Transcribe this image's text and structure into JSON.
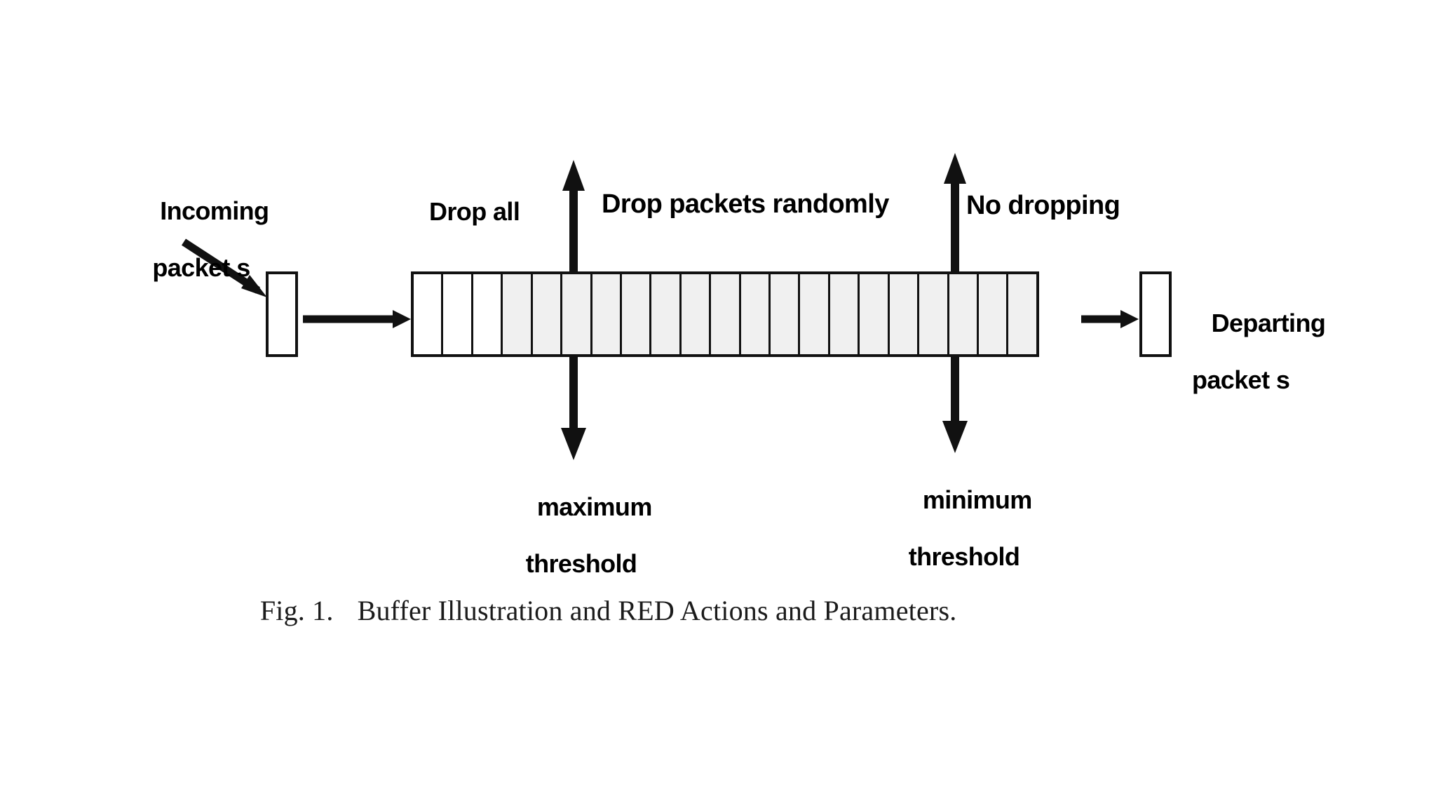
{
  "figure": {
    "caption_number": "Fig. 1.",
    "caption_text": "Buffer Illustration and RED Actions and Parameters.",
    "caption_full": "Fig. 1.   Buffer Illustration and RED Actions and Parameters."
  },
  "labels": {
    "incoming_line1": "Incoming",
    "incoming_line2": "packet s",
    "departing_line1": "Departing",
    "departing_line2": "packet s",
    "zone_drop_all": "Drop all",
    "zone_drop_random": "Drop packets randomly",
    "zone_no_dropping": "No dropping",
    "max_threshold_line1": "maximum",
    "max_threshold_line2": "threshold",
    "min_threshold_line1": "minimum",
    "min_threshold_line2": "threshold"
  },
  "colors": {
    "stroke": "#111111",
    "background": "#ffffff",
    "cell_filled": "#f0f0f0",
    "cell_empty": "#ffffff",
    "caption_text": "#1b1b1b"
  },
  "buffer": {
    "total_cells": 21,
    "empty_cells": 3,
    "filled_cells": 18,
    "cells": [
      {
        "index": 1,
        "state": "empty"
      },
      {
        "index": 2,
        "state": "empty"
      },
      {
        "index": 3,
        "state": "empty"
      },
      {
        "index": 4,
        "state": "filled"
      },
      {
        "index": 5,
        "state": "filled"
      },
      {
        "index": 6,
        "state": "filled"
      },
      {
        "index": 7,
        "state": "filled"
      },
      {
        "index": 8,
        "state": "filled"
      },
      {
        "index": 9,
        "state": "filled"
      },
      {
        "index": 10,
        "state": "filled"
      },
      {
        "index": 11,
        "state": "filled"
      },
      {
        "index": 12,
        "state": "filled"
      },
      {
        "index": 13,
        "state": "filled"
      },
      {
        "index": 14,
        "state": "filled"
      },
      {
        "index": 15,
        "state": "filled"
      },
      {
        "index": 16,
        "state": "filled"
      },
      {
        "index": 17,
        "state": "filled"
      },
      {
        "index": 18,
        "state": "filled"
      },
      {
        "index": 19,
        "state": "filled"
      },
      {
        "index": 20,
        "state": "filled"
      },
      {
        "index": 21,
        "state": "filled"
      }
    ]
  },
  "thresholds": [
    {
      "name": "maximum threshold",
      "zone_left": "Drop all",
      "zone_right": "Drop packets randomly"
    },
    {
      "name": "minimum threshold",
      "zone_left": "Drop packets randomly",
      "zone_right": "No dropping"
    }
  ],
  "icons": {
    "incoming_arrow": "diagonal-arrow-icon",
    "flow_arrow": "right-arrow-icon",
    "exit_arrow": "right-arrow-icon",
    "threshold_marker": "double-headed-vertical-arrow-icon"
  }
}
